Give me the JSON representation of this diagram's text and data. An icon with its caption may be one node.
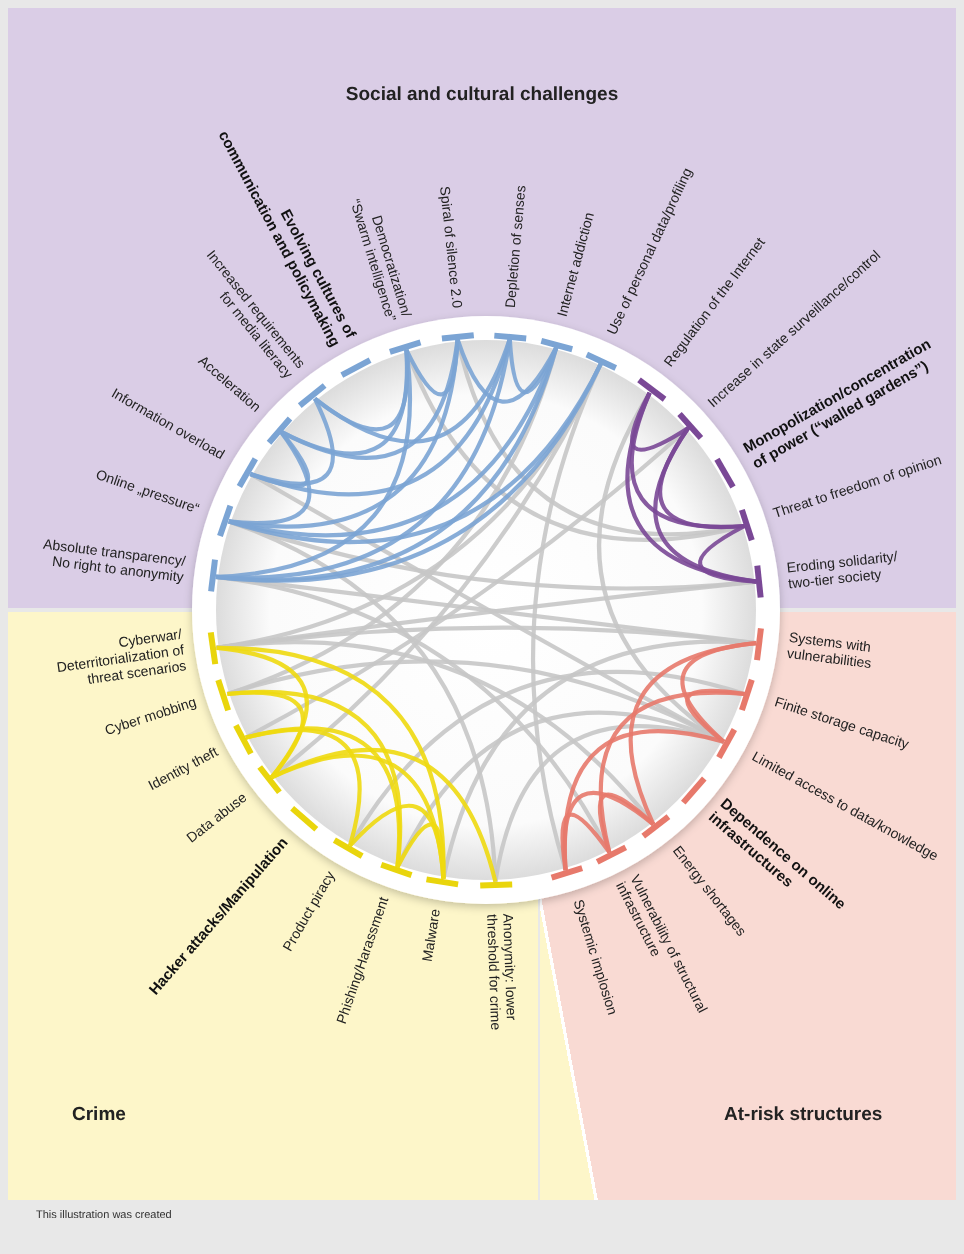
{
  "diagram": {
    "nodes": [
      {
        "text": [
          "Social and cultural challenges"
        ]
      },
      {
        "text": [
          "Absolute transparency/ No right to anonymity"
        ],
        "in": 0
      },
      {
        "text": [
          "Online „pressure“"
        ],
        "in": 0
      },
      {
        "text": [
          "Information overload"
        ],
        "in": 0
      },
      {
        "text": [
          "Acceleration"
        ],
        "in": 0
      },
      {
        "text": [
          "Increased requirements for media literacy"
        ],
        "in": 0
      },
      {
        "text": [
          "Evolving cultures of communication and policymaking"
        ],
        "in": 0
      },
      {
        "text": [
          "Democratization/ “Swarm intelligence”"
        ],
        "in": 0
      },
      {
        "text": [
          "Spiral of silence 2.0"
        ],
        "in": 0
      },
      {
        "text": [
          "Depletion of senses"
        ],
        "in": 0
      },
      {
        "text": [
          "Internet addiction"
        ],
        "in": 0
      },
      {
        "text": [
          "Use of personal data/profiling"
        ],
        "in": 0
      },
      {
        "text": [
          "Regulation of the Internet"
        ],
        "in": 0
      },
      {
        "text": [
          "Increase in state surveillance/control"
        ],
        "in": 0
      },
      {
        "text": [
          "Monopolization/concentration of power (“walled gardens”)"
        ],
        "in": 0
      },
      {
        "text": [
          "Threat to freedom of opinion"
        ],
        "in": 0
      },
      {
        "text": [
          "Eroding solidarity/ two-tier society"
        ],
        "in": 0
      },
      {
        "text": [
          "Crime"
        ]
      },
      {
        "text": [
          "Cyberwar/ Deterritorialization of threat scenarios"
        ],
        "in": 17
      },
      {
        "text": [
          "Cyber mobbing"
        ],
        "in": 17
      },
      {
        "text": [
          "Identity theft"
        ],
        "in": 17
      },
      {
        "text": [
          "Data abuse"
        ],
        "in": 17
      },
      {
        "text": [
          "Hacker attacks/Manipulation"
        ],
        "in": 17
      },
      {
        "text": [
          "Product piracy"
        ],
        "in": 17
      },
      {
        "text": [
          "Phishing/Harassment"
        ],
        "in": 17
      },
      {
        "text": [
          "Malware"
        ],
        "in": 17
      },
      {
        "text": [
          "Anonymity: lower threshold for crime"
        ],
        "in": 17
      },
      {
        "text": [
          "At-risk structures"
        ]
      },
      {
        "text": [
          "Systems with vulnerabilities"
        ],
        "in": 27
      },
      {
        "text": [
          "Finite storage capacity"
        ],
        "in": 27
      },
      {
        "text": [
          "Limited access to data/knowledge"
        ],
        "in": 27
      },
      {
        "text": [
          "Dependence on online infrastructures"
        ],
        "in": 27
      },
      {
        "text": [
          "Energy shortages"
        ],
        "in": 27
      },
      {
        "text": [
          "Vulnerability of structural infrastructure"
        ],
        "in": 27
      },
      {
        "text": [
          "Systemic implosion"
        ],
        "in": 27
      }
    ],
    "edges": [
      {
        "from": 11,
        "to": 18,
        "arrow": "none"
      },
      {
        "from": 11,
        "to": 21,
        "arrow": "none"
      },
      {
        "from": 1,
        "to": 28,
        "arrow": "none"
      },
      {
        "from": 18,
        "to": 16,
        "arrow": "none"
      },
      {
        "from": 12,
        "to": 30,
        "arrow": "none"
      },
      {
        "from": 13,
        "to": 20,
        "arrow": "none"
      },
      {
        "from": 30,
        "to": 3,
        "arrow": "none"
      },
      {
        "from": 30,
        "to": 19,
        "arrow": "none"
      },
      {
        "from": 30,
        "to": 26,
        "arrow": "none"
      },
      {
        "from": 28,
        "to": 25,
        "arrow": "none"
      },
      {
        "from": 28,
        "to": 18,
        "arrow": "none"
      },
      {
        "from": 8,
        "to": 15,
        "arrow": "none"
      },
      {
        "from": 16,
        "to": 2,
        "arrow": "none"
      },
      {
        "from": 32,
        "to": 18,
        "arrow": "none"
      },
      {
        "from": 26,
        "to": 2,
        "arrow": "none"
      },
      {
        "from": 23,
        "to": 29,
        "arrow": "none"
      },
      {
        "from": 7,
        "to": 15,
        "arrow": "none"
      },
      {
        "from": 10,
        "to": 19,
        "arrow": "none"
      },
      {
        "from": 30,
        "to": 24,
        "arrow": "none"
      },
      {
        "from": 34,
        "to": 11,
        "arrow": "none"
      },
      {
        "from": 33,
        "to": 1,
        "arrow": "none"
      },
      {
        "from": 1,
        "to": 11,
        "arrow": "none",
        "color": "#7ba4d4"
      },
      {
        "from": 1,
        "to": 10,
        "arrow": "none",
        "color": "#7ba4d4"
      },
      {
        "from": 1,
        "to": 9,
        "arrow": "none",
        "color": "#7ba4d4"
      },
      {
        "from": 1,
        "to": 7,
        "arrow": "none",
        "color": "#7ba4d4"
      },
      {
        "from": 2,
        "to": 11,
        "arrow": "none",
        "color": "#7ba4d4"
      },
      {
        "from": 2,
        "to": 10,
        "arrow": "none",
        "color": "#7ba4d4"
      },
      {
        "from": 2,
        "to": 8,
        "arrow": "none",
        "color": "#7ba4d4"
      },
      {
        "from": 2,
        "to": 4,
        "arrow": "none",
        "color": "#7ba4d4"
      },
      {
        "from": 3,
        "to": 9,
        "arrow": "none",
        "color": "#7ba4d4"
      },
      {
        "from": 3,
        "to": 4,
        "arrow": "none",
        "color": "#7ba4d4"
      },
      {
        "from": 3,
        "to": 5,
        "arrow": "none",
        "color": "#7ba4d4"
      },
      {
        "from": 4,
        "to": 8,
        "arrow": "none",
        "color": "#7ba4d4"
      },
      {
        "from": 4,
        "to": 7,
        "arrow": "none",
        "color": "#7ba4d4"
      },
      {
        "from": 5,
        "to": 7,
        "arrow": "none",
        "color": "#7ba4d4"
      },
      {
        "from": 5,
        "to": 9,
        "arrow": "none",
        "color": "#7ba4d4"
      },
      {
        "from": 7,
        "to": 8,
        "arrow": "none",
        "color": "#7ba4d4"
      },
      {
        "from": 8,
        "to": 10,
        "arrow": "none",
        "color": "#7ba4d4"
      },
      {
        "from": 9,
        "to": 10,
        "arrow": "none",
        "color": "#7ba4d4"
      },
      {
        "from": 12,
        "to": 13,
        "arrow": "none",
        "color": "#7a4896"
      },
      {
        "from": 12,
        "to": 15,
        "arrow": "none",
        "color": "#7a4896"
      },
      {
        "from": 12,
        "to": 16,
        "arrow": "none",
        "color": "#7a4896"
      },
      {
        "from": 13,
        "to": 15,
        "arrow": "none",
        "color": "#7a4896"
      },
      {
        "from": 13,
        "to": 16,
        "arrow": "none",
        "color": "#7a4896"
      },
      {
        "from": 15,
        "to": 16,
        "arrow": "none",
        "color": "#7a4896"
      },
      {
        "from": 28,
        "to": 30,
        "arrow": "none",
        "color": "#e7796b"
      },
      {
        "from": 28,
        "to": 32,
        "arrow": "none",
        "color": "#e7796b"
      },
      {
        "from": 29,
        "to": 30,
        "arrow": "none",
        "color": "#e7796b"
      },
      {
        "from": 29,
        "to": 33,
        "arrow": "none",
        "color": "#e7796b"
      },
      {
        "from": 30,
        "to": 34,
        "arrow": "none",
        "color": "#e7796b"
      },
      {
        "from": 32,
        "to": 33,
        "arrow": "none",
        "color": "#e7796b"
      },
      {
        "from": 32,
        "to": 34,
        "arrow": "none",
        "color": "#e7796b"
      },
      {
        "from": 33,
        "to": 34,
        "arrow": "none",
        "color": "#e7796b"
      },
      {
        "from": 18,
        "to": 25,
        "arrow": "none",
        "color": "#eed90f"
      },
      {
        "from": 18,
        "to": 21,
        "arrow": "none",
        "color": "#eed90f"
      },
      {
        "from": 19,
        "to": 24,
        "arrow": "none",
        "color": "#eed90f"
      },
      {
        "from": 19,
        "to": 21,
        "arrow": "none",
        "color": "#eed90f"
      },
      {
        "from": 20,
        "to": 24,
        "arrow": "none",
        "color": "#eed90f"
      },
      {
        "from": 20,
        "to": 23,
        "arrow": "none",
        "color": "#eed90f"
      },
      {
        "from": 21,
        "to": 25,
        "arrow": "none",
        "color": "#eed90f"
      },
      {
        "from": 21,
        "to": 26,
        "arrow": "none",
        "color": "#eed90f"
      },
      {
        "from": 23,
        "to": 25,
        "arrow": "none",
        "color": "#eed90f"
      },
      {
        "from": 24,
        "to": 25,
        "arrow": "none",
        "color": "#eed90f"
      }
    ],
    "labels": [
      "This illustration was created"
    ]
  }
}
